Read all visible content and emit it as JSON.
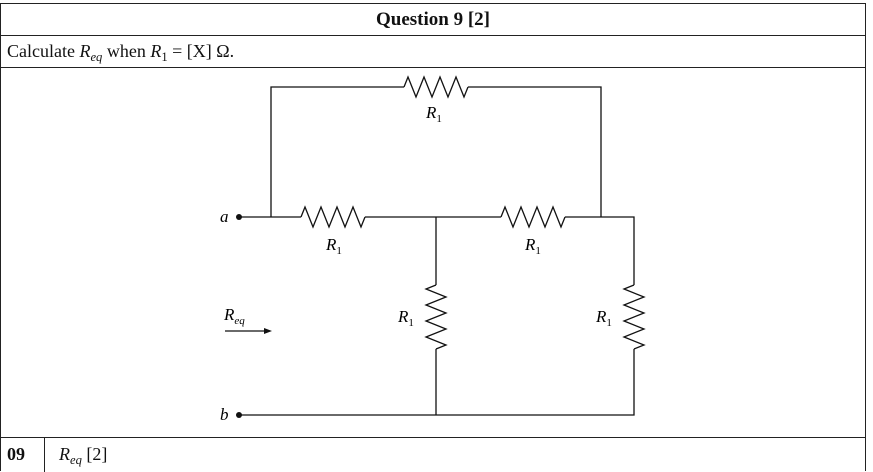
{
  "header": {
    "title": "Question 9 [2]"
  },
  "question": {
    "text_prefix": "Calculate ",
    "req_symbol": "R",
    "req_sub": "eq",
    "text_middle": " when ",
    "r1_symbol": "R",
    "r1_sub": "1",
    "text_suffix": " = [X] Ω."
  },
  "circuit": {
    "node_a": "a",
    "node_b": "b",
    "req_label": "R",
    "req_sub": "eq",
    "resistors": [
      {
        "label": "R",
        "sub": "1"
      },
      {
        "label": "R",
        "sub": "1"
      },
      {
        "label": "R",
        "sub": "1"
      },
      {
        "label": "R",
        "sub": "1"
      },
      {
        "label": "R",
        "sub": "1"
      }
    ]
  },
  "answer": {
    "number": "09",
    "symbol": "R",
    "sub": "eq",
    "marks": " [2]"
  }
}
